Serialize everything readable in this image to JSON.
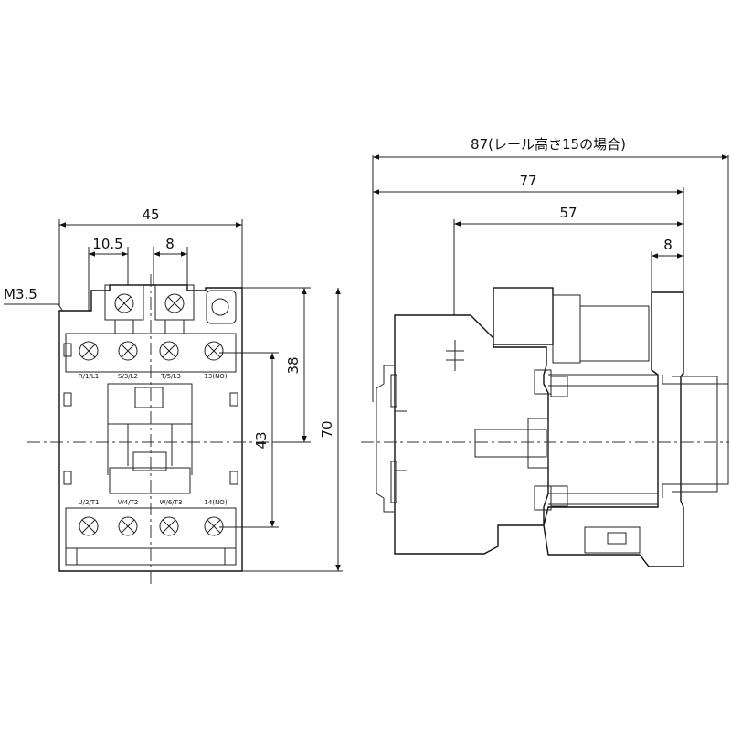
{
  "front_view": {
    "width_overall": "45",
    "pitch_a": "10.5",
    "pitch_b": "8",
    "screw_size": "M3.5",
    "mount_height": "38",
    "terminal_span": "43",
    "height_overall": "70",
    "top_terminals": [
      "R/1/L1",
      "S/3/L2",
      "T/5/L3",
      "13(NO)"
    ],
    "bottom_terminals": [
      "U/2/T1",
      "V/4/T2",
      "W/6/T3",
      "14(NO)"
    ]
  },
  "side_view": {
    "depth_with_rail": "87(レール高さ15の場合)",
    "depth": "77",
    "depth_to_front": "57",
    "rail_offset": "8"
  }
}
